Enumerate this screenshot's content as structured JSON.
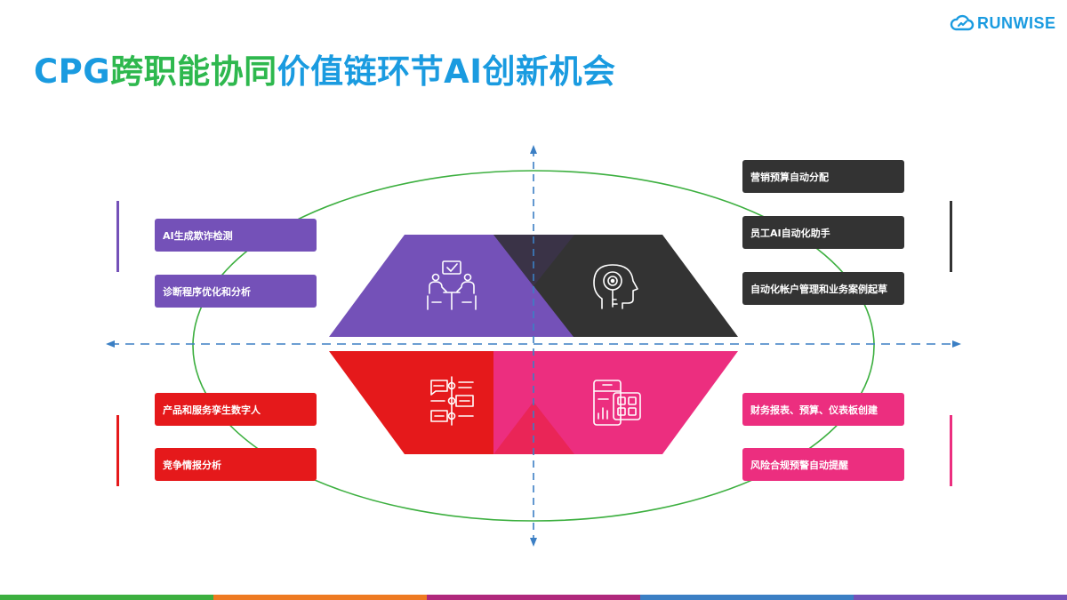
{
  "title": {
    "part1": "CPG",
    "part2": "跨职能协同",
    "part3": "价值链环节AI创新机会"
  },
  "logo": {
    "text": "RUNWISE",
    "icon": "cloud-icon"
  },
  "quadrants": {
    "top_left": {
      "color": "#7451b8",
      "icon": "meeting-icon",
      "items": [
        "AI生成欺诈检测",
        "诊断程序优化和分析"
      ]
    },
    "top_right": {
      "color": "#333333",
      "icon": "ai-head-icon",
      "items": [
        "营销预算自动分配",
        "员工AI自动化助手",
        "自动化帐户管理和业务案例起草"
      ]
    },
    "bottom_left": {
      "color": "#e5191b",
      "icon": "timeline-icon",
      "items": [
        "产品和服务孪生数字人",
        "竞争情报分析"
      ]
    },
    "bottom_right": {
      "color": "#ec2e7f",
      "icon": "dashboard-icon",
      "items": [
        "财务报表、预算、仪表板创建",
        "风险合规预警自动提醒"
      ]
    }
  },
  "colors": {
    "title_blue": "#1a9be0",
    "title_green": "#2eb84e",
    "axis": "#3b7fc4",
    "ellipse": "#3caf3f",
    "bottom_bar": [
      "#3caf3f",
      "#ee7a22",
      "#b0287c",
      "#3b7fc4",
      "#7451b8"
    ]
  }
}
